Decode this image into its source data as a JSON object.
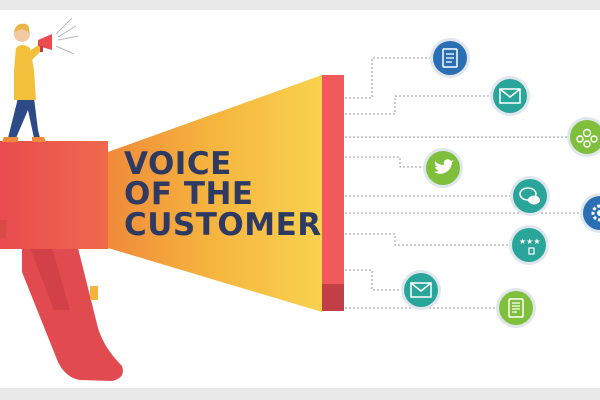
{
  "headline": {
    "line1": "VOICE",
    "line2": "OF THE",
    "line3": "CUSTOMER"
  },
  "colors": {
    "background": "#ffffff",
    "frame": "#e9e9e9",
    "text": "#2f3a63",
    "megaphone_red": "#e8504f",
    "megaphone_orange": "#f39c3d",
    "megaphone_yellow": "#f7c84a",
    "rim": "#f05a5a",
    "connector": "#9a9a9a",
    "icon_blue": "#2a6fb3",
    "icon_teal": "#2aa59a",
    "icon_green": "#7fbf3c"
  },
  "channel_icons": [
    {
      "icon": "survey-form-icon",
      "color": "#2a6fb3"
    },
    {
      "icon": "email-envelope-icon",
      "color": "#2aa59a"
    },
    {
      "icon": "community-people-icon",
      "color": "#7fbf3c"
    },
    {
      "icon": "twitter-bird-icon",
      "color": "#7fbf3c"
    },
    {
      "icon": "chat-bubbles-icon",
      "color": "#2aa59a"
    },
    {
      "icon": "settings-gear-icon",
      "color": "#2a6fb3"
    },
    {
      "icon": "star-rating-icon",
      "color": "#2aa59a"
    },
    {
      "icon": "email-envelope-icon",
      "color": "#2aa59a"
    },
    {
      "icon": "document-report-icon",
      "color": "#7fbf3c"
    }
  ]
}
